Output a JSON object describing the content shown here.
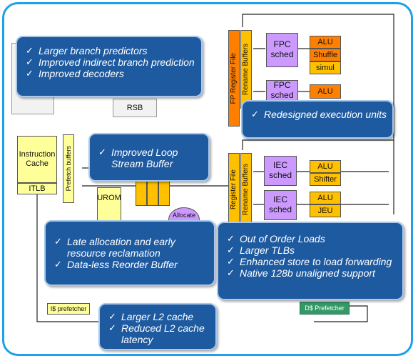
{
  "blocks": {
    "rsb": "RSB",
    "instruction_cache": "Instruction Cache",
    "itlb": "ITLB",
    "prefetch_buffers": "Prefetch buffers",
    "urom": "UROM",
    "allocate": "Allocate",
    "fp_register_file": "FP Register File",
    "fp_rename_buffers": "Rename Buffers",
    "int_register_file": "Register File",
    "int_rename_buffers": "Rename Buffers",
    "fpc_sched": "FPC sched",
    "iec_sched": "IEC sched",
    "alu": "ALU",
    "shuffle": "Shuffle",
    "simul": "simul",
    "shifter": "Shifter",
    "jeu": "JEU",
    "i_prefetcher": "I$ prefetcher",
    "d_prefetcher": "D$ Prefetcher"
  },
  "check_symbol": "✓",
  "callouts": {
    "branch": [
      "Larger branch predictors",
      "Improved indirect branch prediction",
      "Improved decoders"
    ],
    "exec": [
      "Redesigned execution units"
    ],
    "loop": [
      "Improved Loop Stream Buffer"
    ],
    "alloc": [
      "Late allocation  and early resource reclamation",
      "Data-less Reorder Buffer"
    ],
    "ooo": [
      "Out of Order Loads",
      "Larger TLBs",
      "Enhanced store to load forwarding",
      "Native 128b unaligned support"
    ],
    "l2": [
      "Larger L2 cache",
      "Reduced L2 cache latency"
    ]
  },
  "colors": {
    "frame": "#1fa0e8",
    "callout": "#1e5aa0",
    "fp_register": "#ff8000",
    "execution_unit": "#ffc000",
    "scheduler": "#cc99ff"
  }
}
